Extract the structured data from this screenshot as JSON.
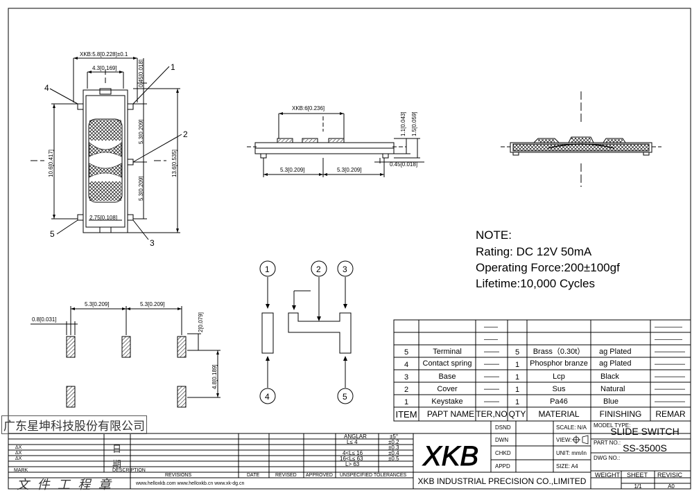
{
  "top_view": {
    "dim_width": "XKB:5.8[0.228]±0.1",
    "dim_inner": "4.3[0.169]",
    "dim_tab": "0.45[0.018]",
    "dim_pitch_a": "5.3[0.209]",
    "dim_pitch_b": "5.3[0.209]",
    "dim_height": "10.6[0.417]",
    "dim_total": "13.6[0.535]",
    "dim_bottom": "2.75[0.108]",
    "callouts": [
      "1",
      "2",
      "3",
      "4",
      "5"
    ]
  },
  "side_view": {
    "dim_width": "XKB:6[0.236]",
    "dim_h1": "1.1[0.043]",
    "dim_h2": "1.5[0.059]",
    "dim_left": "5.3[0.209]",
    "dim_right": "5.3[0.209]",
    "dim_tab": "0.45[0.018]"
  },
  "footprint": {
    "dim_a": "5.3[0.209]",
    "dim_b": "5.3[0.209]",
    "dim_pad_w": "0.8[0.031]",
    "dim_pad_h": "2[0.079]",
    "dim_row": "4.8[0.189]"
  },
  "schematic": {
    "pins": [
      "1",
      "2",
      "3",
      "4",
      "5"
    ]
  },
  "note": {
    "title": "NOTE:",
    "rating": "Rating: DC 12V  50mA",
    "force": "Operating Force:200±100gf",
    "lifetime": "Lifetime:10,000 Cycles"
  },
  "bom": {
    "headers": [
      "ITEM",
      "PAPT NAME",
      "TER,NO",
      "QTY",
      "MATERIAL",
      "FINISHING",
      "REMAR"
    ],
    "rows": [
      [
        "5",
        "Terminal",
        "——",
        "5",
        "Brass（0.30t）",
        "ag Plated",
        "————"
      ],
      [
        "4",
        "Contact spring",
        "——",
        "1",
        "Phosphor branze",
        "ag Plated",
        "————"
      ],
      [
        "3",
        "Base",
        "——",
        "1",
        "Lcp",
        "Black",
        "————"
      ],
      [
        "2",
        "Cover",
        "——",
        "1",
        "Sus",
        "Natural",
        "————"
      ],
      [
        "1",
        "Keystake",
        "——",
        "1",
        "Pa46",
        "Blue",
        "————"
      ]
    ],
    "blank_dash": "——"
  },
  "title_block": {
    "logo": "XKB",
    "company": "XKB INDUSTRIAL PRECISION CO.,LIMITED",
    "dsnd": "DSND",
    "dwn": "DWN",
    "chkd": "CHKD",
    "appd": "APPD",
    "scale": "SCALE: N/A",
    "view": "VIEW:",
    "unit": "UNIT: mm/in",
    "size": "SIZE: A4",
    "model_label": "MODEL TYPE:",
    "model": "SLIDE SWITCH",
    "part_label": "PART NO.:",
    "part": "SS-3500S",
    "dwg_label": "DWG NO.:",
    "weight": "WEIGHT",
    "sheet": "SHEET",
    "sheet_val": "1/1",
    "revision": "REVISIC",
    "revision_val": "A0"
  },
  "tolerance": {
    "rows": [
      [
        "ANGLAR",
        "±5°"
      ],
      [
        "L≤  4",
        "±0.2"
      ],
      [
        "4<L≤  16",
        "±0.3"
      ],
      [
        "16<L≤  63",
        "±0.4"
      ],
      [
        "L>  63",
        "±0.5"
      ]
    ],
    "footer": "UNSPECIFIED TOLERANCES"
  },
  "revisions": {
    "marks": [
      "ΔX",
      "ΔX",
      "ΔX"
    ],
    "mark": "MARK",
    "description": "DESCRIPTION",
    "revisions": "REVISIONS",
    "date": "DATE",
    "revised": "REVISED",
    "approved": "APPROVED",
    "websites": "www.helloxkb.com   www.helloxkb.cn  www.xk-dg.cn"
  },
  "stamps": {
    "company": "广东星坤科技股份有限公司",
    "date_top": "日",
    "date_bottom": "期",
    "doc": "文  件  工  程  章"
  }
}
